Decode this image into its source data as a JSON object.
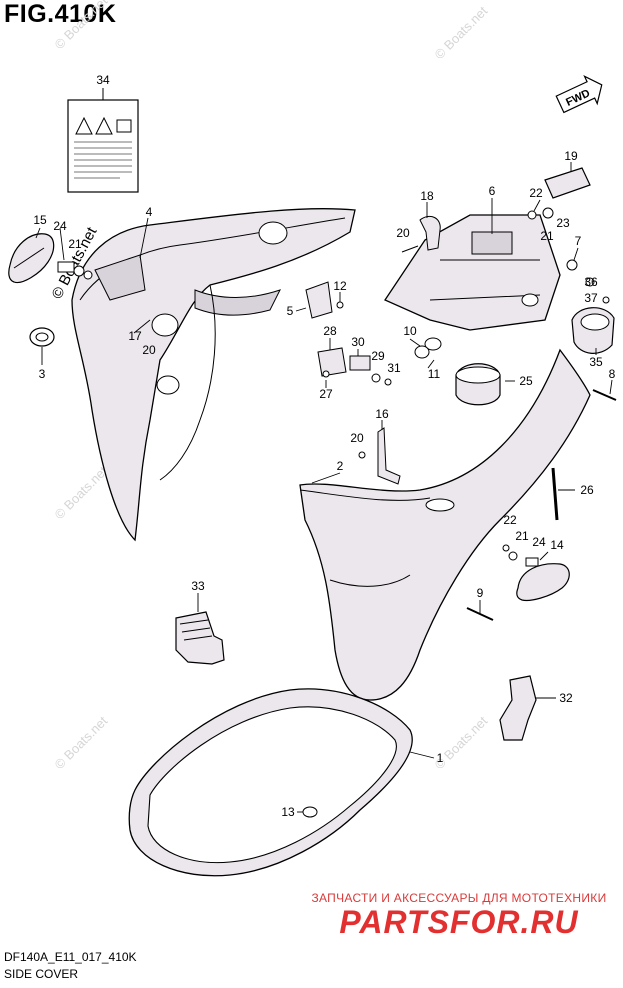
{
  "figure": {
    "title": "FIG.410K",
    "fwd_label": "FWD",
    "code": "DF140A_E11_017_410K",
    "name": "SIDE COVER"
  },
  "watermark": "© Boats.net",
  "brand": {
    "subtitle": "ЗАПЧАСТИ И АКСЕССУАРЫ ДЛЯ МОТОТЕХНИКИ",
    "logo": "PARTSFOR.RU"
  },
  "callouts": {
    "c34": "34",
    "c19": "19",
    "c18": "18",
    "c6": "6",
    "c22a": "22",
    "c23": "23",
    "c20a": "20",
    "c21a": "21",
    "c7": "7",
    "c36": "36",
    "c37": "37",
    "c15": "15",
    "c24a": "24",
    "c4": "4",
    "c21b": "21",
    "c3": "3",
    "c17": "17",
    "c20b": "20",
    "c12": "12",
    "c5": "5",
    "c28": "28",
    "c30": "30",
    "c29": "29",
    "c31": "31",
    "c27": "27",
    "c10": "10",
    "c11": "11",
    "c25": "25",
    "c35": "35",
    "c8": "8",
    "c16": "16",
    "c20c": "20",
    "c2": "2",
    "c26": "26",
    "c22b": "22",
    "c21c": "21",
    "c24b": "24",
    "c14": "14",
    "c9": "9",
    "c33": "33",
    "c32": "32",
    "c1": "1",
    "c13": "13"
  },
  "colors": {
    "part_fill": "#ebe7ec",
    "shade": "#b9b3bd",
    "watermark": "#d6d6d6",
    "brand": "#e23030"
  }
}
